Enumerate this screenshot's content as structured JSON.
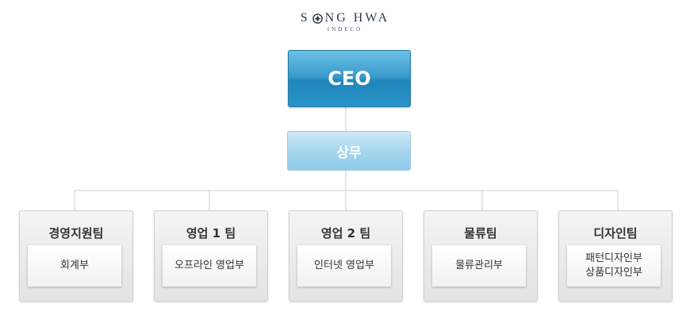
{
  "logo": {
    "name_left": "S",
    "name_right": "NG HWA",
    "sub": "INDECO"
  },
  "ceo": {
    "label": "CEO"
  },
  "vp": {
    "label": "상무"
  },
  "teams": [
    {
      "title": "경영지원팀",
      "units": [
        "회계부"
      ]
    },
    {
      "title": "영업 1 팀",
      "units": [
        "오프라인 영업부"
      ]
    },
    {
      "title": "영업 2 팀",
      "units": [
        "인터넷 영업부"
      ]
    },
    {
      "title": "물류팀",
      "units": [
        "물류관리부"
      ]
    },
    {
      "title": "디자인팀",
      "units": [
        "패턴디자인부",
        "상품디자인부"
      ]
    }
  ],
  "colors": {
    "ceo": "#2a93c7",
    "vp": "#a6d6ee",
    "team": "#e8e8e8",
    "line": "#cccccc"
  }
}
